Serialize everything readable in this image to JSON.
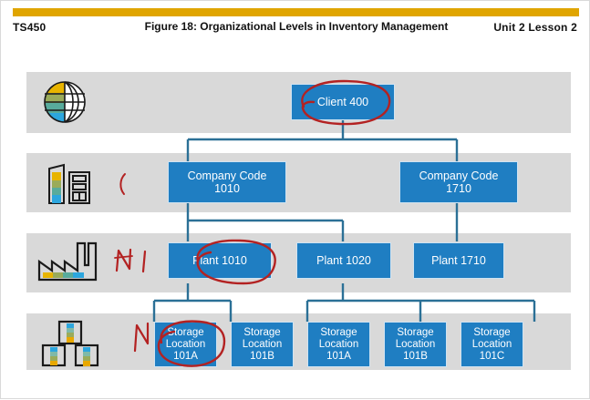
{
  "header": {
    "course_code": "TS450",
    "figure_title": "Figure 18: Organizational Levels in Inventory Management",
    "unit_lesson": "Unit 2 Lesson 2",
    "accent_color": "#e0a500"
  },
  "diagram": {
    "node_color": "#1f7ec2",
    "line_color": "#2b7096",
    "band_color": "#d9d9d9",
    "annotation_color": "#b32222",
    "rows": [
      {
        "name": "client-row",
        "icon": "globe-icon",
        "icon_label": "globe"
      },
      {
        "name": "company-code-row",
        "icon": "office-building-icon",
        "icon_label": "office building"
      },
      {
        "name": "plant-row",
        "icon": "factory-icon",
        "icon_label": "factory"
      },
      {
        "name": "storage-location-row",
        "icon": "storage-bins-icon",
        "icon_label": "storage bins"
      }
    ],
    "nodes": {
      "client": {
        "label": "Client 400"
      },
      "company_codes": [
        {
          "label": "Company Code",
          "value": "1010"
        },
        {
          "label": "Company Code",
          "value": "1710"
        }
      ],
      "plants": [
        {
          "label": "Plant 1010"
        },
        {
          "label": "Plant 1020"
        },
        {
          "label": "Plant 1710"
        }
      ],
      "storage_locations": [
        {
          "label": "Storage",
          "label2": "Location",
          "value": "101A"
        },
        {
          "label": "Storage",
          "label2": "Location",
          "value": "101B"
        },
        {
          "label": "Storage",
          "label2": "Location",
          "value": "101A"
        },
        {
          "label": "Storage",
          "label2": "Location",
          "value": "101B"
        },
        {
          "label": "Storage",
          "label2": "Location",
          "value": "101C"
        }
      ]
    },
    "annotations": [
      {
        "name": "circle-client-400",
        "kind": "ellipse",
        "target": "Client 400"
      },
      {
        "name": "mark-company-code-row",
        "kind": "stroke",
        "text": "("
      },
      {
        "name": "mark-plant-row",
        "kind": "stroke",
        "text": "N l"
      },
      {
        "name": "circle-plant-1010",
        "kind": "ellipse",
        "target": "Plant 1010"
      },
      {
        "name": "mark-storage-row",
        "kind": "stroke",
        "text": "N"
      },
      {
        "name": "circle-storage-location-101a",
        "kind": "ellipse",
        "target": "Storage Location 101A"
      }
    ]
  }
}
